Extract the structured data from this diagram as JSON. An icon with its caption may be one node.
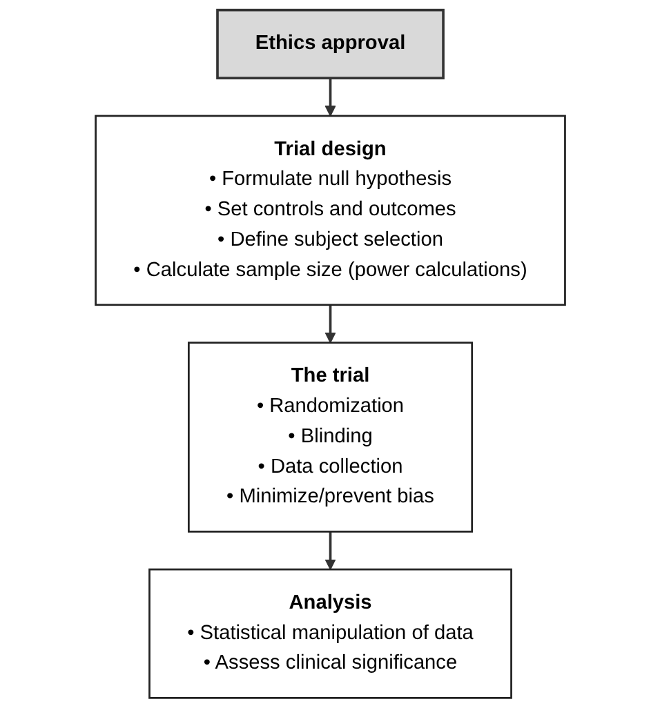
{
  "diagram": {
    "nodes": [
      {
        "text": [
          "Ethics approval"
        ]
      },
      {
        "text": [
          "Trial design",
          "• Formulate null hypothesis",
          "• Set controls and outcomes",
          "• Define subject selection",
          "• Calculate sample size (power calculations)"
        ]
      },
      {
        "text": [
          "The trial",
          "• Randomization",
          "• Blinding",
          "• Data collection",
          "• Minimize/prevent bias"
        ]
      },
      {
        "text": [
          "Analysis",
          "• Statistical manipulation of data",
          "• Assess clinical significance"
        ]
      }
    ],
    "edges": [
      {
        "from": 0,
        "to": 1,
        "arrow": "to"
      },
      {
        "from": 1,
        "to": 2,
        "arrow": "to"
      },
      {
        "from": 2,
        "to": 3,
        "arrow": "to"
      }
    ]
  }
}
